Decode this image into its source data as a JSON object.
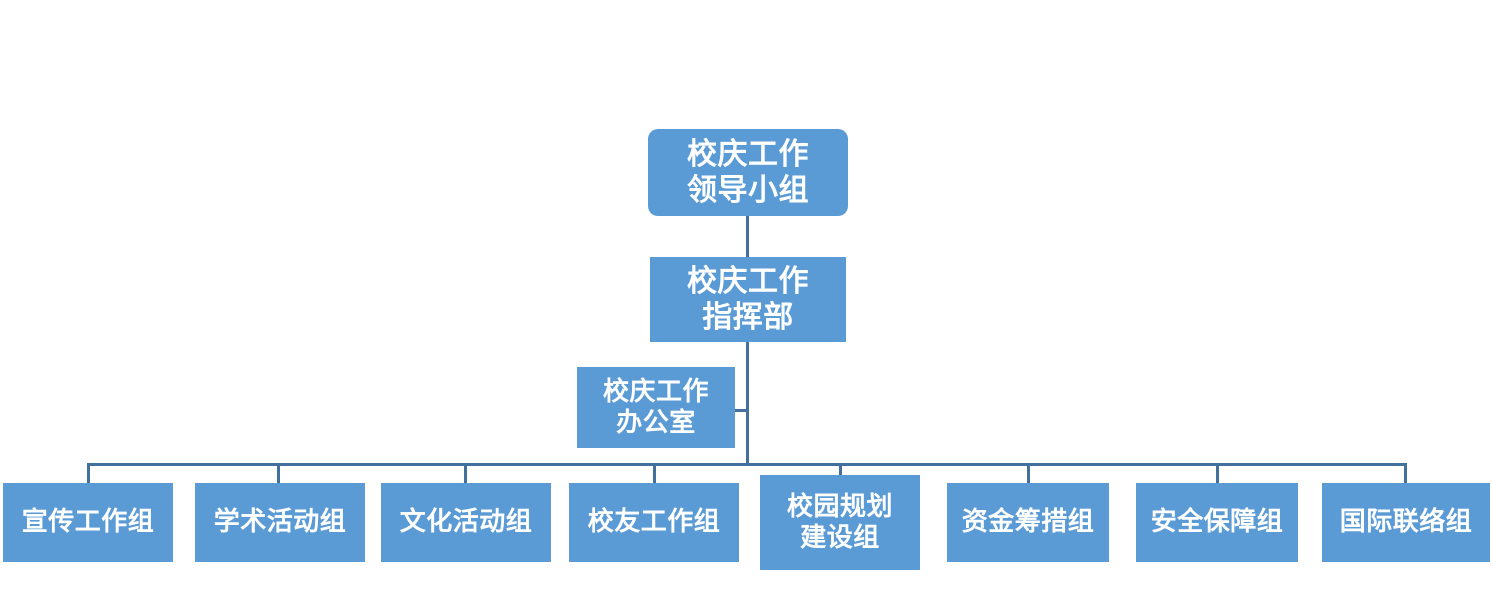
{
  "chart": {
    "type": "org-chart",
    "orientation": "top-down",
    "colors": {
      "node_fill": "#5B9BD5",
      "node_text": "#FFFFFF",
      "connector": "#41719C",
      "background": "#FFFFFF"
    },
    "levels": [
      {
        "level": 1,
        "nodes": [
          {
            "id": "leadership",
            "label": "校庆工作\n领导小组",
            "shape": "rounded-rectangle"
          }
        ]
      },
      {
        "level": 2,
        "nodes": [
          {
            "id": "command",
            "label": "校庆工作\n指挥部",
            "shape": "rectangle"
          }
        ]
      },
      {
        "level": 3,
        "nodes": [
          {
            "id": "office",
            "label": "校庆工作\n办公室",
            "shape": "rectangle",
            "attachment": "side-branch-left"
          }
        ]
      },
      {
        "level": 4,
        "nodes": [
          {
            "id": "group-1",
            "label": "宣传工作组",
            "shape": "rectangle"
          },
          {
            "id": "group-2",
            "label": "学术活动组",
            "shape": "rectangle"
          },
          {
            "id": "group-3",
            "label": "文化活动组",
            "shape": "rectangle"
          },
          {
            "id": "group-4",
            "label": "校友工作组",
            "shape": "rectangle"
          },
          {
            "id": "group-5",
            "label": "校园规划\n建设组",
            "shape": "rectangle"
          },
          {
            "id": "group-6",
            "label": "资金筹措组",
            "shape": "rectangle"
          },
          {
            "id": "group-7",
            "label": "安全保障组",
            "shape": "rectangle"
          },
          {
            "id": "group-8",
            "label": "国际联络组",
            "shape": "rectangle"
          }
        ]
      }
    ],
    "edges": [
      {
        "from": "leadership",
        "to": "command"
      },
      {
        "from": "command",
        "to": "office"
      },
      {
        "from": "command",
        "to": "group-1"
      },
      {
        "from": "command",
        "to": "group-2"
      },
      {
        "from": "command",
        "to": "group-3"
      },
      {
        "from": "command",
        "to": "group-4"
      },
      {
        "from": "command",
        "to": "group-5"
      },
      {
        "from": "command",
        "to": "group-6"
      },
      {
        "from": "command",
        "to": "group-7"
      },
      {
        "from": "command",
        "to": "group-8"
      }
    ]
  }
}
